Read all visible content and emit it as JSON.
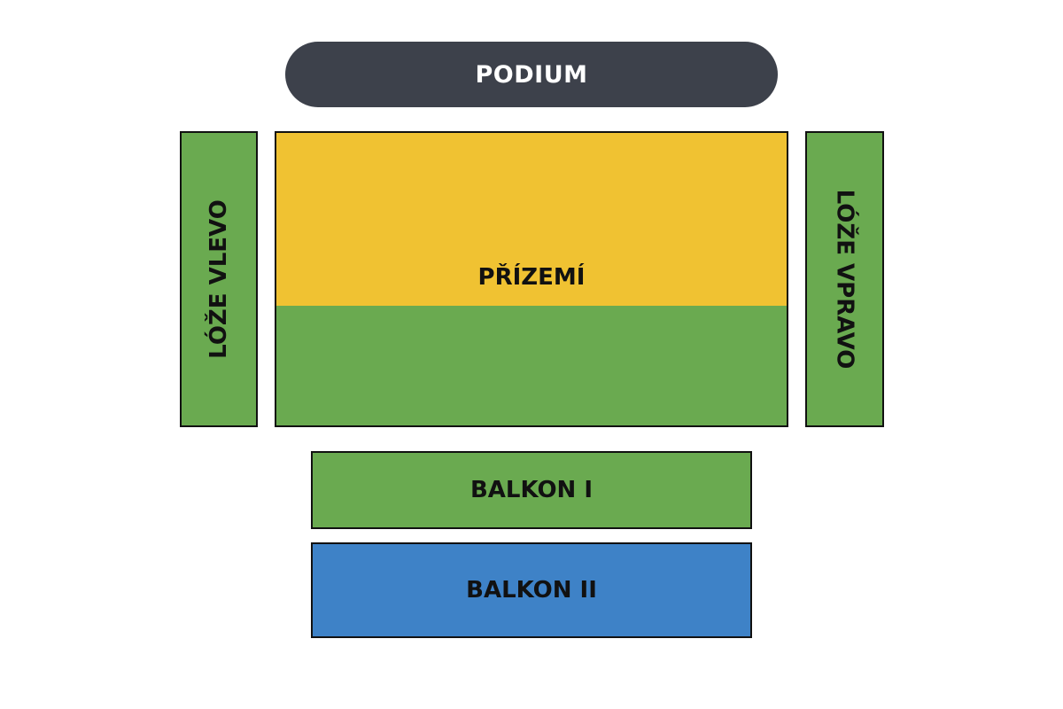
{
  "seating_map": {
    "stage": {
      "label": "PODIUM"
    },
    "sections": {
      "loze_left": {
        "label": "LÓŽE VLEVO",
        "color": "#6aaa50"
      },
      "loze_right": {
        "label": "LÓŽE VPRAVO",
        "color": "#6aaa50"
      },
      "prizemi": {
        "label": "PŘÍZEMÍ",
        "colors": [
          "#f0c232",
          "#6aaa50"
        ]
      },
      "balkon_1": {
        "label": "BALKON I",
        "color": "#6aaa50"
      },
      "balkon_2": {
        "label": "BALKON II",
        "color": "#3e82c7"
      }
    }
  }
}
